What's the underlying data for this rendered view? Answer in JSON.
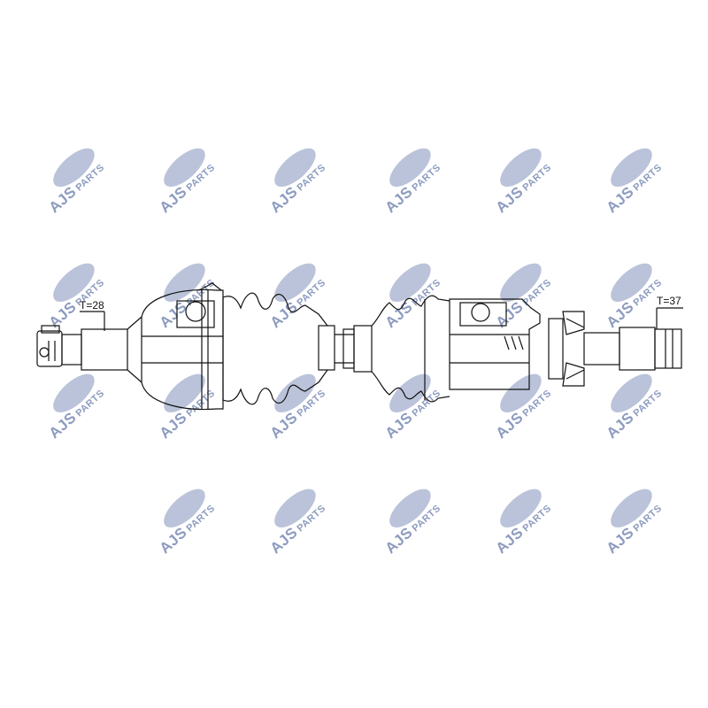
{
  "watermark": {
    "brand": "AJS",
    "suffix": "PARTS",
    "color": "#2f4a8c"
  },
  "drawing": {
    "line_color": "#111111",
    "left_teeth_label": "T=28",
    "right_teeth_label": "T=37"
  }
}
